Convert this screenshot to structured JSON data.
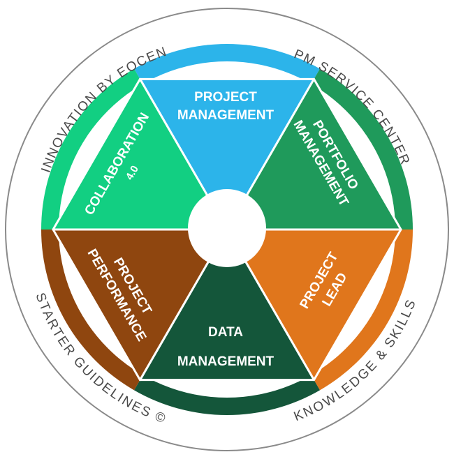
{
  "outer_ring": {
    "top_left": "INNOVATION BY EOCEN",
    "top_right": "PM SERVICE CENTER",
    "bottom_left": "STARTER GUIDELINES ©",
    "bottom_right": "KNOWLEDGE & SKILLS"
  },
  "segments": [
    {
      "id": "project-management",
      "lines": [
        "PROJECT",
        "MANAGEMENT"
      ],
      "color": "#2cb4ea"
    },
    {
      "id": "portfolio-management",
      "lines": [
        "PORTFOLIO",
        "MANAGEMENT"
      ],
      "color": "#1f9a5b"
    },
    {
      "id": "project-lead",
      "lines": [
        "PROJECT",
        "LEAD"
      ],
      "color": "#e0761c"
    },
    {
      "id": "data-management",
      "lines": [
        "DATA",
        "MANAGEMENT"
      ],
      "color": "#14563a"
    },
    {
      "id": "project-performance",
      "lines": [
        "PROJECT",
        "PERFORMANCE"
      ],
      "color": "#8f460f"
    },
    {
      "id": "collaboration",
      "lines": [
        "COLLABORATION",
        "4.0"
      ],
      "color": "#12cf82"
    }
  ],
  "colors": {
    "ring_blue": "#2cb4ea",
    "ring_green": "#1f9a5b",
    "ring_light_green": "#12cf82",
    "ring_orange": "#e0761c",
    "ring_brown": "#8f460f",
    "ring_dark_green": "#14563a",
    "outer_border": "#8a8a8a",
    "outer_text": "#4a4a4a"
  }
}
